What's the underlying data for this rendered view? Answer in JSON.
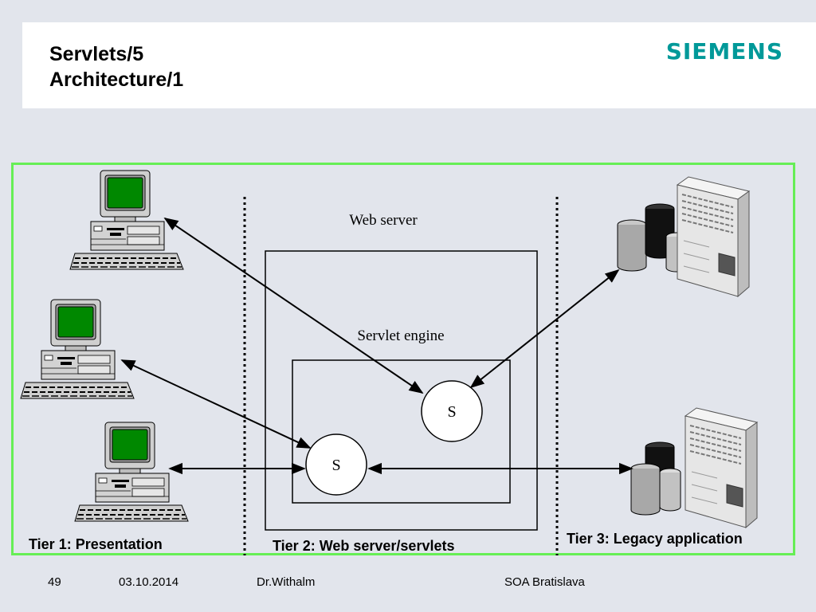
{
  "slide": {
    "title_line1": "Servlets/5",
    "title_line2": "Architecture/1",
    "logo_text": "SIEMENS",
    "logo_color": "#009999"
  },
  "diagram": {
    "web_server_label": "Web server",
    "servlet_engine_label": "Servlet engine",
    "servlet_symbol_1": "S",
    "servlet_symbol_2": "S",
    "tier1_label": "Tier 1: Presentation",
    "tier2_label": "Tier 2: Web server/servlets",
    "tier3_label": "Tier 3: Legacy application",
    "frame_color": "#66ee55",
    "screen_color": "#008800",
    "clients": [
      "client-pc-top",
      "client-pc-middle",
      "client-pc-bottom"
    ],
    "servers": [
      "legacy-server-top",
      "legacy-server-bottom"
    ]
  },
  "footer": {
    "page_number": "49",
    "date": "03.10.2014",
    "author": "Dr.Withalm",
    "event": "SOA Bratislava"
  }
}
